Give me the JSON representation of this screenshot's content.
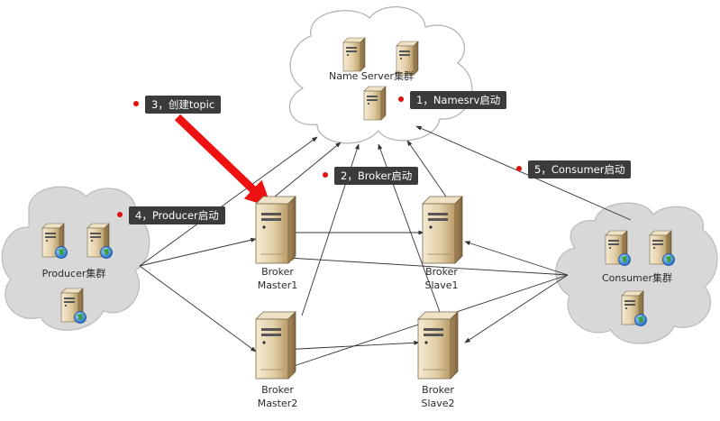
{
  "clusters": {
    "nameserver": {
      "label": "Name Server集群"
    },
    "producer": {
      "label": "Producer集群"
    },
    "consumer": {
      "label": "Consumer集群"
    }
  },
  "brokers": {
    "master1": {
      "line1": "Broker",
      "line2": "Master1"
    },
    "slave1": {
      "line1": "Broker",
      "line2": "Slave1"
    },
    "master2": {
      "line1": "Broker",
      "line2": "Master2"
    },
    "slave2": {
      "line1": "Broker",
      "line2": "Slave2"
    }
  },
  "steps": [
    {
      "label": "1，Namesrv启动"
    },
    {
      "label": "2，Broker启动"
    },
    {
      "label": "3，创建topic"
    },
    {
      "label": "4，Producer启动"
    },
    {
      "label": "5，Consumer启动"
    }
  ],
  "colors": {
    "cloud_fill": "#d8d8d8",
    "cloud_stroke": "#b9b9b9",
    "nameserver_fill": "#ffffff",
    "tag_bg": "#3b3b3b",
    "tag_dot": "#e01010",
    "big_arrow": "#ee1111",
    "line": "#333333"
  }
}
